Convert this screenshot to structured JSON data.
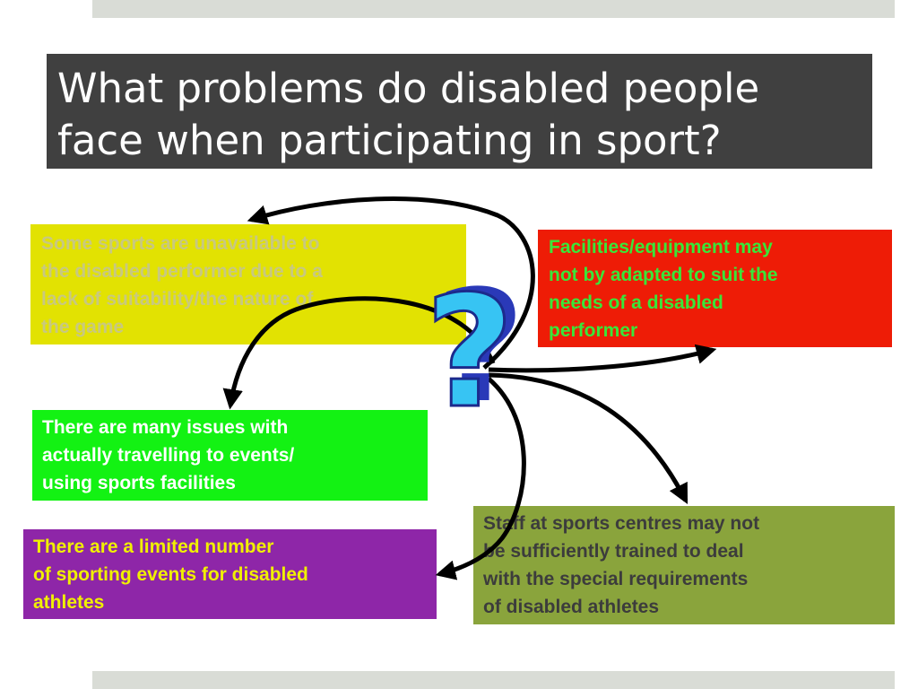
{
  "slide": {
    "title_lines": [
      "What problems do disabled people",
      "face when participating in sport?"
    ]
  },
  "boxes": {
    "yellow": {
      "lines": [
        "Some sports are unavailable to",
        "the disabled performer due to a",
        "lack of suitability/the nature of",
        "the game"
      ],
      "bg": "#e2e202",
      "color": "#c8c880"
    },
    "red": {
      "lines": [
        "Facilities/equipment may",
        "not by adapted to suit the",
        "needs of a disabled",
        "performer"
      ],
      "bg": "#ee1c06",
      "color": "#39e639"
    },
    "green": {
      "lines": [
        "There are many issues with",
        "actually travelling to events/",
        "using sports facilities"
      ],
      "bg": "#13f213",
      "color": "#ffffff"
    },
    "purple": {
      "lines": [
        "There are a limited number",
        "of sporting events for disabled",
        "athletes"
      ],
      "bg": "#8e26a8",
      "color": "#f0f000"
    },
    "olive": {
      "lines": [
        "Staff at sports centres may not",
        "be sufficiently trained to deal",
        "with the special requirements",
        "of disabled athletes"
      ],
      "bg": "#8aa43c",
      "color": "#3c3c3c"
    }
  },
  "center_icon": {
    "name": "question-mark-icon",
    "glyph": "?"
  }
}
